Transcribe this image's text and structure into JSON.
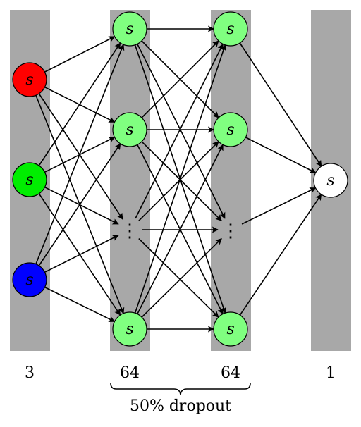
{
  "node_label": "s",
  "ellipsis": "⋮",
  "layers": [
    {
      "size": "3",
      "node_colors": [
        "#ff0000",
        "#00ee00",
        "#0000ff"
      ]
    },
    {
      "size": "64",
      "node_colors": [
        "#80ff80",
        "#80ff80",
        "#80ff80"
      ]
    },
    {
      "size": "64",
      "node_colors": [
        "#80ff80",
        "#80ff80",
        "#80ff80"
      ]
    },
    {
      "size": "1",
      "node_colors": [
        "#ffffff"
      ]
    }
  ],
  "dropout_label": "50% dropout",
  "colors": {
    "layer_band": "#a8a8a8",
    "edge": "#000000"
  }
}
